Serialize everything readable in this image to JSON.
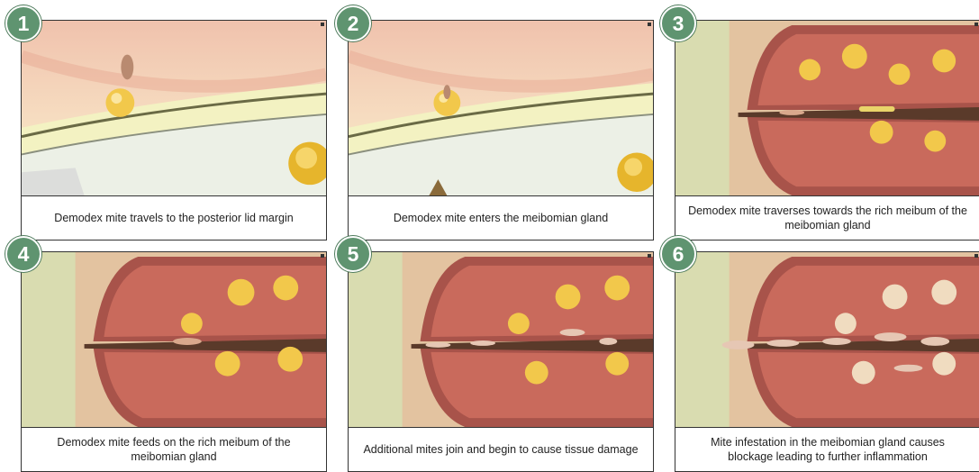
{
  "panels": [
    {
      "number": "1",
      "caption": "Demodex mite travels to the posterior lid margin"
    },
    {
      "number": "2",
      "caption": "Demodex mite enters the meibomian gland"
    },
    {
      "number": "3",
      "caption": "Demodex mite traverses towards the rich meibum of the meibomian gland"
    },
    {
      "number": "4",
      "caption": "Demodex mite feeds on the rich meibum of the meibomian gland"
    },
    {
      "number": "5",
      "caption": "Additional mites join and begin to cause tissue damage"
    },
    {
      "number": "6",
      "caption": "Mite infestation in the meibomian gland causes blockage leading to further inflammation"
    }
  ],
  "colors": {
    "badge": "#5f9470",
    "tissue": "#e8b49a",
    "meibum": "#f2c84b",
    "gland_wall": "#a8534a"
  }
}
